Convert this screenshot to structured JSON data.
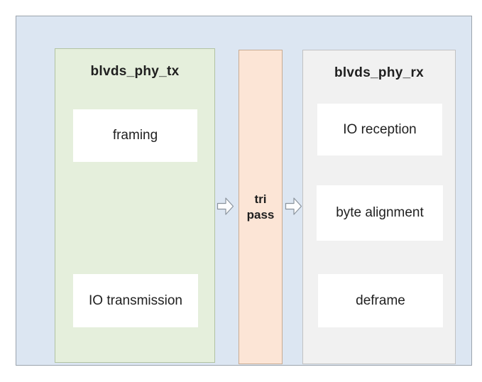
{
  "blocks": {
    "tx": {
      "title": "blvds_phy_tx",
      "items": [
        "framing",
        "IO transmission"
      ]
    },
    "channel": {
      "lines": [
        "tri",
        "pass"
      ]
    },
    "rx": {
      "title": "blvds_phy_rx",
      "items": [
        "IO reception",
        "byte alignment",
        "deframe"
      ]
    }
  },
  "icons": {
    "flow_arrow": "block-arrow-right"
  },
  "colors": {
    "canvas_fill": "#dce6f2",
    "canvas_border": "#9ca4ad",
    "tx_fill": "#e5efdc",
    "tx_border": "#b2c3a2",
    "channel_fill": "#fce5d6",
    "channel_border": "#c9ab92",
    "rx_fill": "#f1f1f1",
    "rx_border": "#c2c2c2",
    "subbox_fill": "#ffffff",
    "arrow_fill": "#fcfdfe",
    "arrow_stroke": "#8a939d",
    "text": "#1f1f1f"
  }
}
